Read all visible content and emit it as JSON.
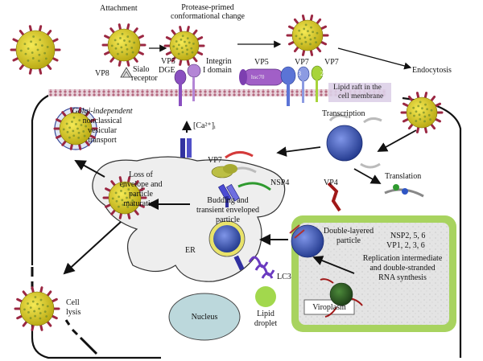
{
  "labels": {
    "attachment": "Attachment",
    "protease_1": "Protease-primed",
    "protease_2": "conformational change",
    "vp8": "VP8",
    "sialo_1": "Sialo",
    "sialo_2": "receptor",
    "vp5_dge_1": "VP5",
    "vp5_dge_2": "DGE",
    "integrin_1": "Integrin",
    "integrin_2": "I domain",
    "vp5_right": "VP5",
    "vp7_a": "VP7",
    "vp7_b": "VP7",
    "endocytosis": "Endocytosis",
    "raft_1": "Lipid raft in the",
    "raft_2": "cell membrane",
    "golgi_1": "Golgi-independent",
    "golgi_2": "nonclassical",
    "golgi_3": "vesicular",
    "golgi_4": "transport",
    "calcium": "[Ca²⁺]ᵢ",
    "transcription": "Transcription",
    "vp7_er": "VP7",
    "loss_1": "Loss of",
    "loss_2": "envelope and",
    "loss_3": "particle",
    "loss_4": "maturation",
    "nsp4": "NSP4",
    "vp4": "VP4",
    "translation": "Translation",
    "budding_1": "Budding and",
    "budding_2": "transient enveloped",
    "budding_3": "particle",
    "er": "ER",
    "dlp_1": "Double-layered",
    "dlp_2": "particle",
    "nsp_1": "NSP2, 5, 6",
    "nsp_2": "VP1, 2, 3, 6",
    "repl_1": "Replication intermediate",
    "repl_2": "and double-stranded",
    "repl_3": "RNA synthesis",
    "lc3": "LC3",
    "cell_1": "Cell",
    "cell_2": "lysis",
    "nucleus": "Nucleus",
    "lipid_1": "Lipid",
    "lipid_2": "droplet",
    "viroplasm": "Viroplasm",
    "receptor_1": "1",
    "receptor_3": "3",
    "receptor_2": "2",
    "integrin_box": "hsc70"
  },
  "colors": {
    "virus_body": "#e5d820",
    "virus_spike": "#9b2742",
    "dlp_blue": "#3f55b8",
    "er_fill": "#eeeeee",
    "viroplasm_border": "#9fcf55",
    "viroplasm_fill": "#e6e6e6",
    "nucleus": "#bad7dc",
    "lipid_droplet": "#9fd64d",
    "membrane": "#c89aae",
    "lipid_raft": "#ddd0e8",
    "receptor_purple": "#8a4fc0"
  }
}
